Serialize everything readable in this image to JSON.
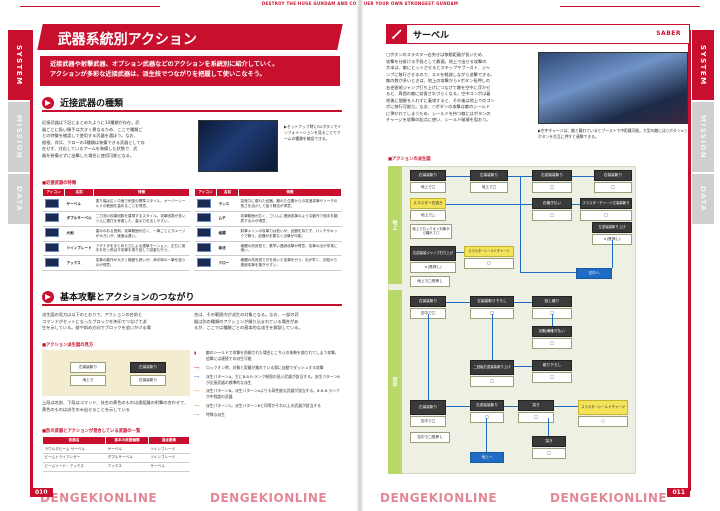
{
  "header": {
    "band_text": "DESTROY THE HUGE GUNDAM AND CONQUER YOUR OWN STRONGEST GUNDAM"
  },
  "tabs_left": [
    {
      "label": "SYSTEM",
      "active": true
    },
    {
      "label": "MISSION",
      "active": false
    },
    {
      "label": "DATA",
      "active": false
    }
  ],
  "tabs_right": [
    {
      "label": "SYSTEM",
      "active": true
    },
    {
      "label": "MISSION",
      "active": false
    },
    {
      "label": "DATA",
      "active": false
    }
  ],
  "left_page": {
    "title": "武器系統別アクション",
    "lead_lines": [
      "近接武器や射撃武器、オプション武器などのアクションを系統別に紹介していく。",
      "アクションが多彩な近接武器は、派生技でつながりを把握して使いこなそう。"
    ],
    "section1": {
      "heading": "近接武器の種類",
      "body_lines": [
        "近接武器は下記にまとめたように10種類が存在。武",
        "器ごとに扱い勝手は大きく異なるため、ここで種類ご",
        "との特徴を確認して使用する武器を選ぼう。なお、",
        "根棍、斧兵、クローの3種類は装備できる武器として存",
        "在せず、対応しているアームを装備した状態で、武",
        "器を装備せずに出撃した場合に使用可能となる。"
      ],
      "screenshot_caption": "▶セットアップ時にR2ボタンでインフォメーションを見ることでアームの種類を確認できる。",
      "sub_label": "■近接武器の特徴",
      "table_headers": [
        "アイコン",
        "名前",
        "特徴"
      ],
      "table_left": [
        {
          "name": "サーベル",
          "desc": "振り幅は広く中速で剣型の標準スタイル。オーバーシールドの範囲を高めることを得意。"
        },
        {
          "name": "ダブルサーベル",
          "desc": "二刀流の攻撃回数を重視するスタイル。攻撃回数が多いうえに連打を考慮した、高火力を出しやすい。"
        },
        {
          "name": "大剣",
          "desc": "重みのある長剣。攻撃範囲が広く、一撃ごとにダメージが大きいが、速度は遅い。"
        },
        {
          "name": "ツインブレード",
          "desc": "アギナタをまとめた刀による連撃モーション。左右に相手を吹っ飛ばす攻撃を振り回して回避も行う。"
        },
        {
          "name": "アックス",
          "desc": "攻撃の動作が大きく範囲も狭いが、命中時の一撃を狙うのが得意。"
        }
      ],
      "table_right": [
        {
          "name": "ランス",
          "desc": "突進力に優れた武器。離れた位置からの突進攻撃やリーチの長さを活かして狙う戦法が得意。"
        },
        {
          "name": "ムチ",
          "desc": "攻撃範囲が広く、ゴリムに連続攻撃のような動作で相手を翻弄するのが得意。"
        },
        {
          "name": "格闘",
          "desc": "射撃メインの攻撃力は低いが、武器を持たず、パンチやキックで戦う。武器が必要なく出撃が可能。"
        },
        {
          "name": "拳法",
          "desc": "格闘の改良型で、素早い連続攻撃が得意。攻撃の出が非常に速い。"
        },
        {
          "name": "クロー",
          "desc": "格闘の改良型で爪を用いた攻撃を行う。出が早く、初段から連続攻撃を繋ぎやすい。"
        }
      ]
    },
    "section2": {
      "heading": "基本攻撃とアクションのつながり",
      "body_lines": [
        "派生図の見方は以下のとおりで、アクションの名前と",
        "コマンドがセットになったブロックを矢印でつなげて派",
        "生を示している。縦や斜め方向でブロックを追いかける場"
      ],
      "col2_lines": [
        "合は、その範囲内が派生の対象となる。なお、一部の武",
        "器は別の種類のアクションが繰り込まれている場合があ",
        "るが、ここでは種類ごとの基本的な派生を解説している。"
      ],
      "sub_label": "■アクション派生図の見方",
      "example_nodes": [
        "左袈裟斬り",
        "左袈裟斬り",
        "地上で",
        "右袈裟斬り"
      ],
      "example_caption": "上段は名前、下段はコマンド、技名の黄色のものは遠距離の射撃の合わせで、黄色のものは派生のみ出せることを示している",
      "legend": [
        "敵のシールドで攻撃を防御された場合にこちらの体勢を崩されてしまう攻撃。追撃には連続での派生可能",
        "ロックオン時、対象と距離が離れている際に自動でダッシュする攻撃",
        "派生パターンA。主にB.B.R.ランク制限の低い武器が該当する。派生パターンBが近接武器の標準的な派生",
        "派生パターンB。派生パターンAよりも高性能な武器が該当する。B.B.R.ランクが中程度の武器",
        "派生パターンC。派生パターンBと同等かそれ以上の武器が該当する",
        "特殊な派生"
      ],
      "sub_label2": "■別の武器とアクションが混合している武器の一覧",
      "mix_headers": [
        "武器名",
        "基本の武器種類",
        "混合要素"
      ],
      "mix_rows": [
        [
          "ラウルダビーム サーベル",
          "サーベル",
          "ツインブレード"
        ],
        [
          "ビームトライアンガー",
          "ダブルサーベル",
          "ツインブレード"
        ],
        [
          "ビームソード・アックス",
          "アックス",
          "サーベル"
        ]
      ]
    },
    "page_number": "010"
  },
  "right_page": {
    "skill_name": "サーベル",
    "skill_en": "SABER",
    "body_lines": [
      "□ボタンのスラスター右突きは移動距離が長いため、",
      "攻撃を仕掛ける手段として最適。地上で出せる攻撃の",
      "大半は、敵にヒットさせるとステップやブースト、ジャ",
      "ンプに移行させるので、スキを軽減しながら追撃できる。",
      "敵の数が多いときは、地上の攻撃から×ボタン長押しの",
      "右逆袈裟ジャンプ打ち上げにつなげて敵を空中に浮かせ",
      "ると、周囲の敵に妨害されづらくなる。空中コンボは着",
      "地後に間髪を入れずに着地すると、その後は地上でのコン",
      "ボに移行可能だ。なお、○ボタンの攻撃は敵のシールド",
      "に弾かれてしまうため、シールドを持つ敵にはボタンの",
      "チャージを攻撃の起点に使い、シールド破壊を狙おう。"
    ],
    "game_caption": "▶空中チャージは、敵と離れているとブーストで中距離可能。大型の敵には○ボタン×○ボタンを交互に押すと連撃できる。",
    "flow_label": "■アクションの派生図",
    "lane_ground": "地上",
    "lane_air": "空中",
    "flow_nodes": [
      {
        "id": "g1",
        "name": "右袈裟斬り",
        "cmd": "地上で□"
      },
      {
        "id": "g2",
        "name": "左袈裟斬り",
        "cmd": "地上で□"
      },
      {
        "id": "g3",
        "name": "右逆袈裟斬り",
        "cmd": "□"
      },
      {
        "id": "g4",
        "name": "右袈裟斬り",
        "cmd": "□"
      },
      {
        "id": "g5",
        "name": "スラスター右突き",
        "cmd": "地上で△"
      },
      {
        "id": "g6",
        "name": "地上でロックオン対象から離れて□",
        "cmd": ""
      },
      {
        "id": "g7",
        "name": "右薙ぎ払い",
        "cmd": "□"
      },
      {
        "id": "g8",
        "name": "スラスターチャージ左袈裟斬り",
        "cmd": "□"
      },
      {
        "id": "g9",
        "name": "左逆袈裟斬り上げ",
        "cmd": "×(長押し)"
      },
      {
        "id": "g10",
        "name": "右逆袈裟ジャンプ打ち上げ",
        "cmd": "×(長押し)"
      },
      {
        "id": "g11",
        "name": "スラスターシールドチャージ",
        "cmd": "□"
      },
      {
        "id": "g12",
        "name": "空中へ",
        "cmd": ""
      },
      {
        "id": "g13",
        "name": "地上で□長押し",
        "cmd": ""
      },
      {
        "id": "a1",
        "name": "右袈裟斬り",
        "cmd": "空中で□"
      },
      {
        "id": "a2",
        "name": "左袈裟斬り下ろし",
        "cmd": "□"
      },
      {
        "id": "a3",
        "name": "回し蹴り",
        "cmd": "□"
      },
      {
        "id": "a4",
        "name": "回転横薙ぎ払い",
        "cmd": "□"
      },
      {
        "id": "a5",
        "name": "二回転右逆袈裟斬り上げ",
        "cmd": "□"
      },
      {
        "id": "a6",
        "name": "縦り下ろし",
        "cmd": "□"
      },
      {
        "id": "a7",
        "name": "左袈裟斬り",
        "cmd": "空中で□"
      },
      {
        "id": "a8",
        "name": "右逆袈裟斬り",
        "cmd": "□"
      },
      {
        "id": "a9",
        "name": "空中で□長押し",
        "cmd": ""
      },
      {
        "id": "a10",
        "name": "突き",
        "cmd": "□"
      },
      {
        "id": "a11",
        "name": "スラスターシールドチャージ",
        "cmd": "○"
      },
      {
        "id": "a12",
        "name": "突き",
        "cmd": "□"
      },
      {
        "id": "a13",
        "name": "地上へ",
        "cmd": ""
      }
    ],
    "page_number": "011"
  },
  "watermark": "DENGEKIONLINE"
}
